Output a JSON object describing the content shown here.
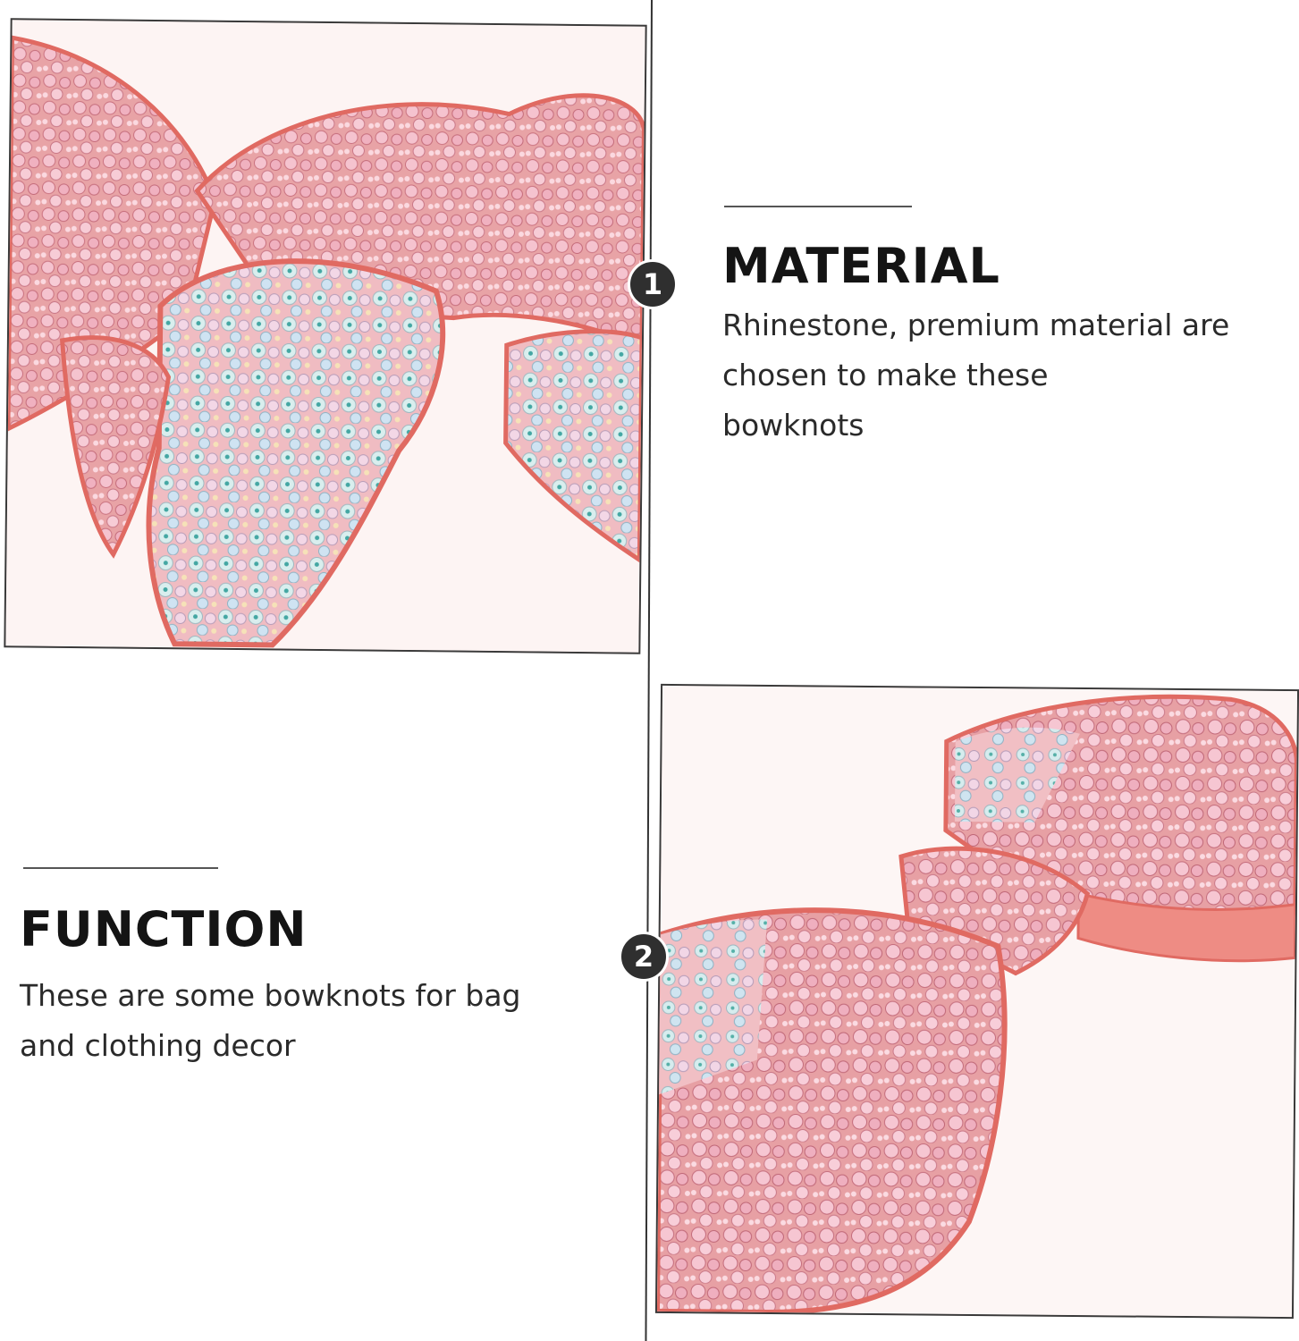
{
  "sections": [
    {
      "badge": "1",
      "heading": "MATERIAL",
      "lines": [
        "Rhinestone, premium material are",
        "chosen to make these",
        "bowknots"
      ]
    },
    {
      "badge": "2",
      "heading": "FUNCTION",
      "lines": [
        "These are some bowknots for bag",
        "and clothing decor"
      ]
    }
  ],
  "images": [
    {
      "subject": "pink rhinestone bowknot close-up",
      "colors": {
        "base": "#e9928f",
        "stone": "#f2b6c4",
        "iridescent": "#cfe7e6",
        "edge": "#e06a62"
      }
    },
    {
      "subject": "pink rhinestone bowknot close-up",
      "colors": {
        "base": "#e9928f",
        "stone": "#f2b6c4",
        "iridescent": "#cfe7e6",
        "edge": "#e06a62"
      }
    }
  ]
}
